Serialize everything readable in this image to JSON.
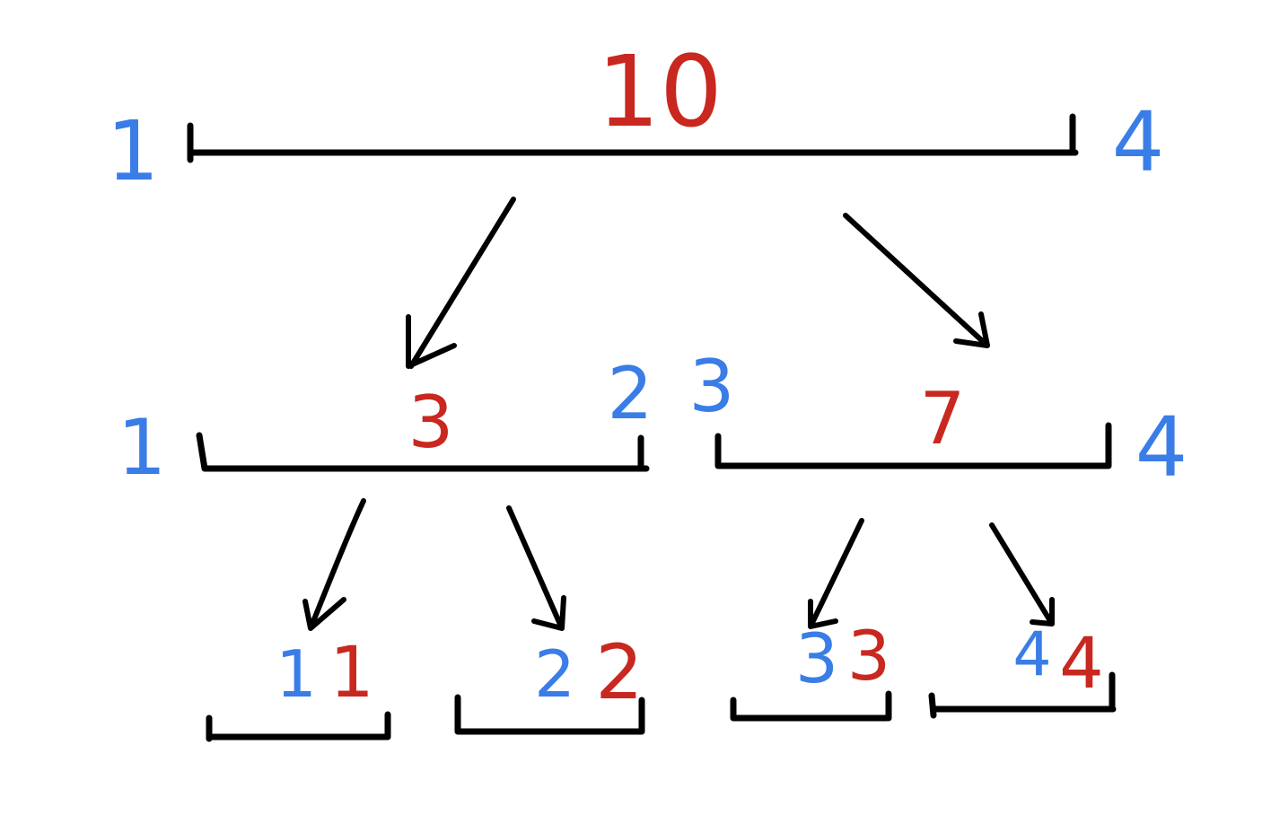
{
  "colors": {
    "index": "#3a7de6",
    "sum": "#c8281f",
    "line": "#000000"
  },
  "tree": {
    "root": {
      "left_index": "1",
      "right_index": "4",
      "sum": "10"
    },
    "level1": [
      {
        "left_index": "1",
        "right_index": "2",
        "sum": "3"
      },
      {
        "left_index": "3",
        "right_index": "4",
        "sum": "7"
      }
    ],
    "level2": [
      {
        "index": "1",
        "sum": "1"
      },
      {
        "index": "2",
        "sum": "2"
      },
      {
        "index": "3",
        "sum": "3"
      },
      {
        "index": "4",
        "sum": "4"
      }
    ]
  }
}
